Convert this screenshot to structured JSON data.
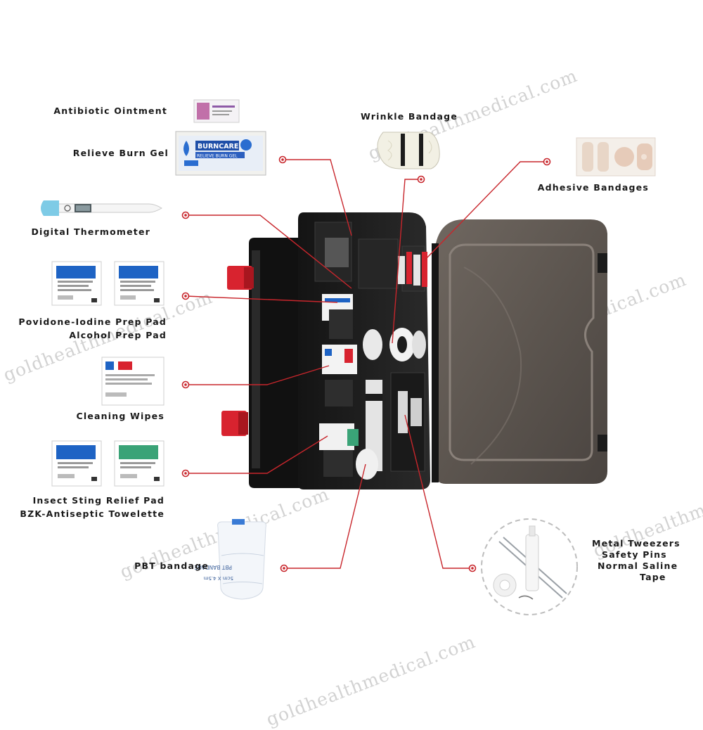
{
  "watermark": "goldhealthmedical.com",
  "labels": {
    "antibiotic_ointment": "Antibiotic Ointment",
    "relieve_burn_gel": "Relieve Burn Gel",
    "digital_thermometer": "Digital Thermometer",
    "povidone_iodine_prep_pad": "Povidone-Iodine Prep Pad",
    "alcohol_prep_pad": "Alcohol Prep Pad",
    "cleaning_wipes": "Cleaning Wipes",
    "insect_sting_relief_pad": "Insect Sting Relief Pad",
    "bzk_antiseptic_towelette": "BZK-Antiseptic Towelette",
    "pbt_bandage": "PBT bandage",
    "wrinkle_bandage": "Wrinkle Bandage",
    "adhesive_bandages": "Adhesive Bandages",
    "metal_tweezers": "Metal Tweezers",
    "safety_pins": "Safety Pins",
    "normal_saline": "Normal Saline",
    "tape": "Tape"
  },
  "product_prints": {
    "burncare_brand": "BURNCARE",
    "burncare_sub": "RELIEVE BURN GEL",
    "pbt_roll_text": "PBT BANDAGE",
    "pbt_roll_size": "5cm X 4.5m"
  },
  "colors": {
    "leader_line": "#c8262c",
    "case_body": "#1c1c1c",
    "lid_smoke": "#6e655e",
    "latch_red": "#d8232f",
    "pad_blue": "#1e63c4",
    "pad_green": "#3aa377",
    "burn_blue": "#1f4fa8"
  },
  "icons": [
    "leader-dot-icon",
    "first-aid-case-illustration"
  ]
}
